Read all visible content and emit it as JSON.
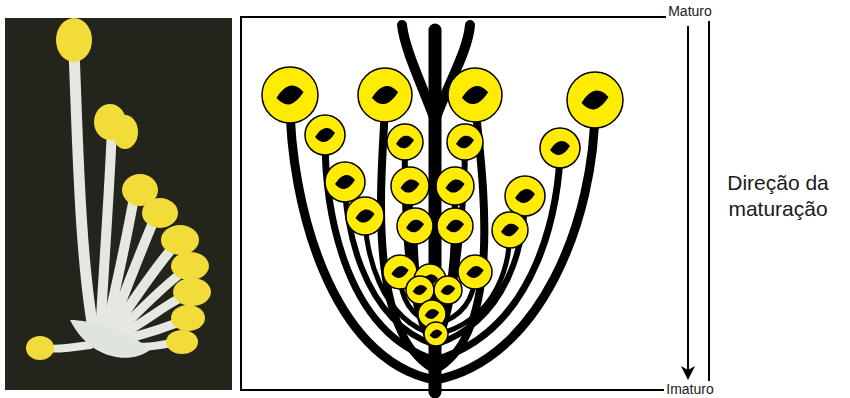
{
  "diagram": {
    "labels": [
      "Maturo",
      "Direção da maturação",
      "Imaturo"
    ]
  }
}
